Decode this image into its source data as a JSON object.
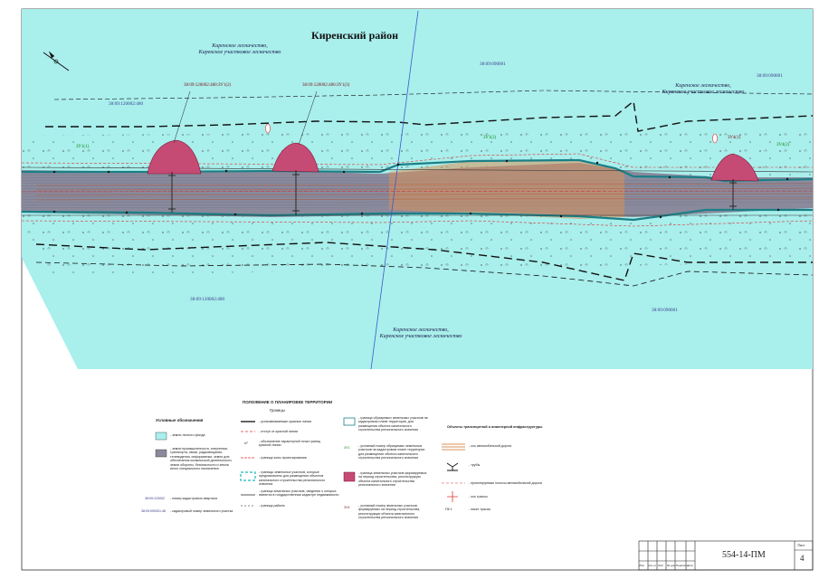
{
  "map": {
    "district_title": "Киренский район",
    "forest_labels": [
      "Киренское лесничество,\nКиренское участковое лесничество",
      "Киренское лесничество,\nКиренское участковое лесничество",
      "Киренское лесничество,\nКиренское участковое лесничество"
    ],
    "cadastral_labels": [
      "38:09:120002:480",
      "38:09:090001",
      "38:09:090001",
      "38:09:120002:480",
      "38:09:090001"
    ],
    "plot_ids": [
      "38:09:120002:480:ЗУ1(2)",
      "38:09:120002:480:ЗУ1(3)",
      "ЗУ4(1)"
    ],
    "zone_labels": [
      "ЗУ1(1)",
      "ЗУ1(2)",
      "ЗУ4(2)"
    ],
    "colors": {
      "forest_fill": "#a9efec",
      "corridor_fill": "#8a8a9c",
      "plot_fill": "#c64b74",
      "road_fill": "#d9925a",
      "boundary_teal": "#1b7f86"
    }
  },
  "legend": {
    "main_title": "ПОЛОЖЕНИЕ О ПЛАНИРОВКЕ ТЕРРИТОРИИ",
    "subtitle": "Границы",
    "conventions_title": "Условные обозначения",
    "left_items": [
      {
        "text": "- земли лесного фонда"
      },
      {
        "text": "- земли промышленности, энергетики, транспорта, связи, радиовещания, телевидения, информатики, земли для обеспечения космической деятельности, земли обороны, безопасности и земли иного специального назначения"
      },
      {
        "code": "38:09:120002",
        "text": "- номер кадастрового квартала"
      },
      {
        "code": "38:09:090001:48",
        "text": "- кадастровый номер земельного участка"
      }
    ],
    "middle_items": [
      {
        "text": "- устанавливаемые красные линии"
      },
      {
        "text": "- отступ от красной линии"
      },
      {
        "code": "н7",
        "text": "- обозначение характерной точки границ красной линии"
      },
      {
        "text": "- граница зоны проектирования"
      },
      {
        "text": "- границы земельных участков, которые предназначены для размещения объектов капитального строительства регионального значения"
      },
      {
        "text": "- граница земельных участков, сведения о которых имеются в государственном кадастре недвижимости"
      },
      {
        "text": "- граница района"
      }
    ],
    "right_items": [
      {
        "text": "- граница образуемых земельных участков на кадастровом плане территории, для размещения объекта капитального строительства регионального значения"
      },
      {
        "code": "ЗУ1",
        "text": "- условный номер образуемых земельных участков на кадастровом плане территории для размещения объекта капитального строительства регионального значения"
      },
      {
        "text": "- граница земельных участков формируемых на период строительства, реконструкции объекта капитального строительства регионального значения"
      },
      {
        "code": "ЗУ4",
        "text": "- условный номер земельных участков формируемых на период строительства, реконструкции объекта капитального строительства регионального значения"
      }
    ],
    "infra_title": "Объекты транспортной и инженерной инфраструктуры",
    "infra_items": [
      {
        "text": "- ось автомобильной дороги"
      },
      {
        "text": "- трубы"
      },
      {
        "text": "- проектируемые полосы автомобильной дороги"
      },
      {
        "text": "- ось трассы"
      },
      {
        "code": "ПК 1",
        "text": "- пикет трассы"
      }
    ]
  },
  "stamp": {
    "code": "554-14-ПМ",
    "sheet_label": "Лист",
    "sheet_number": "4",
    "columns": [
      "Изм.",
      "Кол.уч",
      "Лист",
      "№ док.",
      "Подпись",
      "Дата"
    ]
  }
}
